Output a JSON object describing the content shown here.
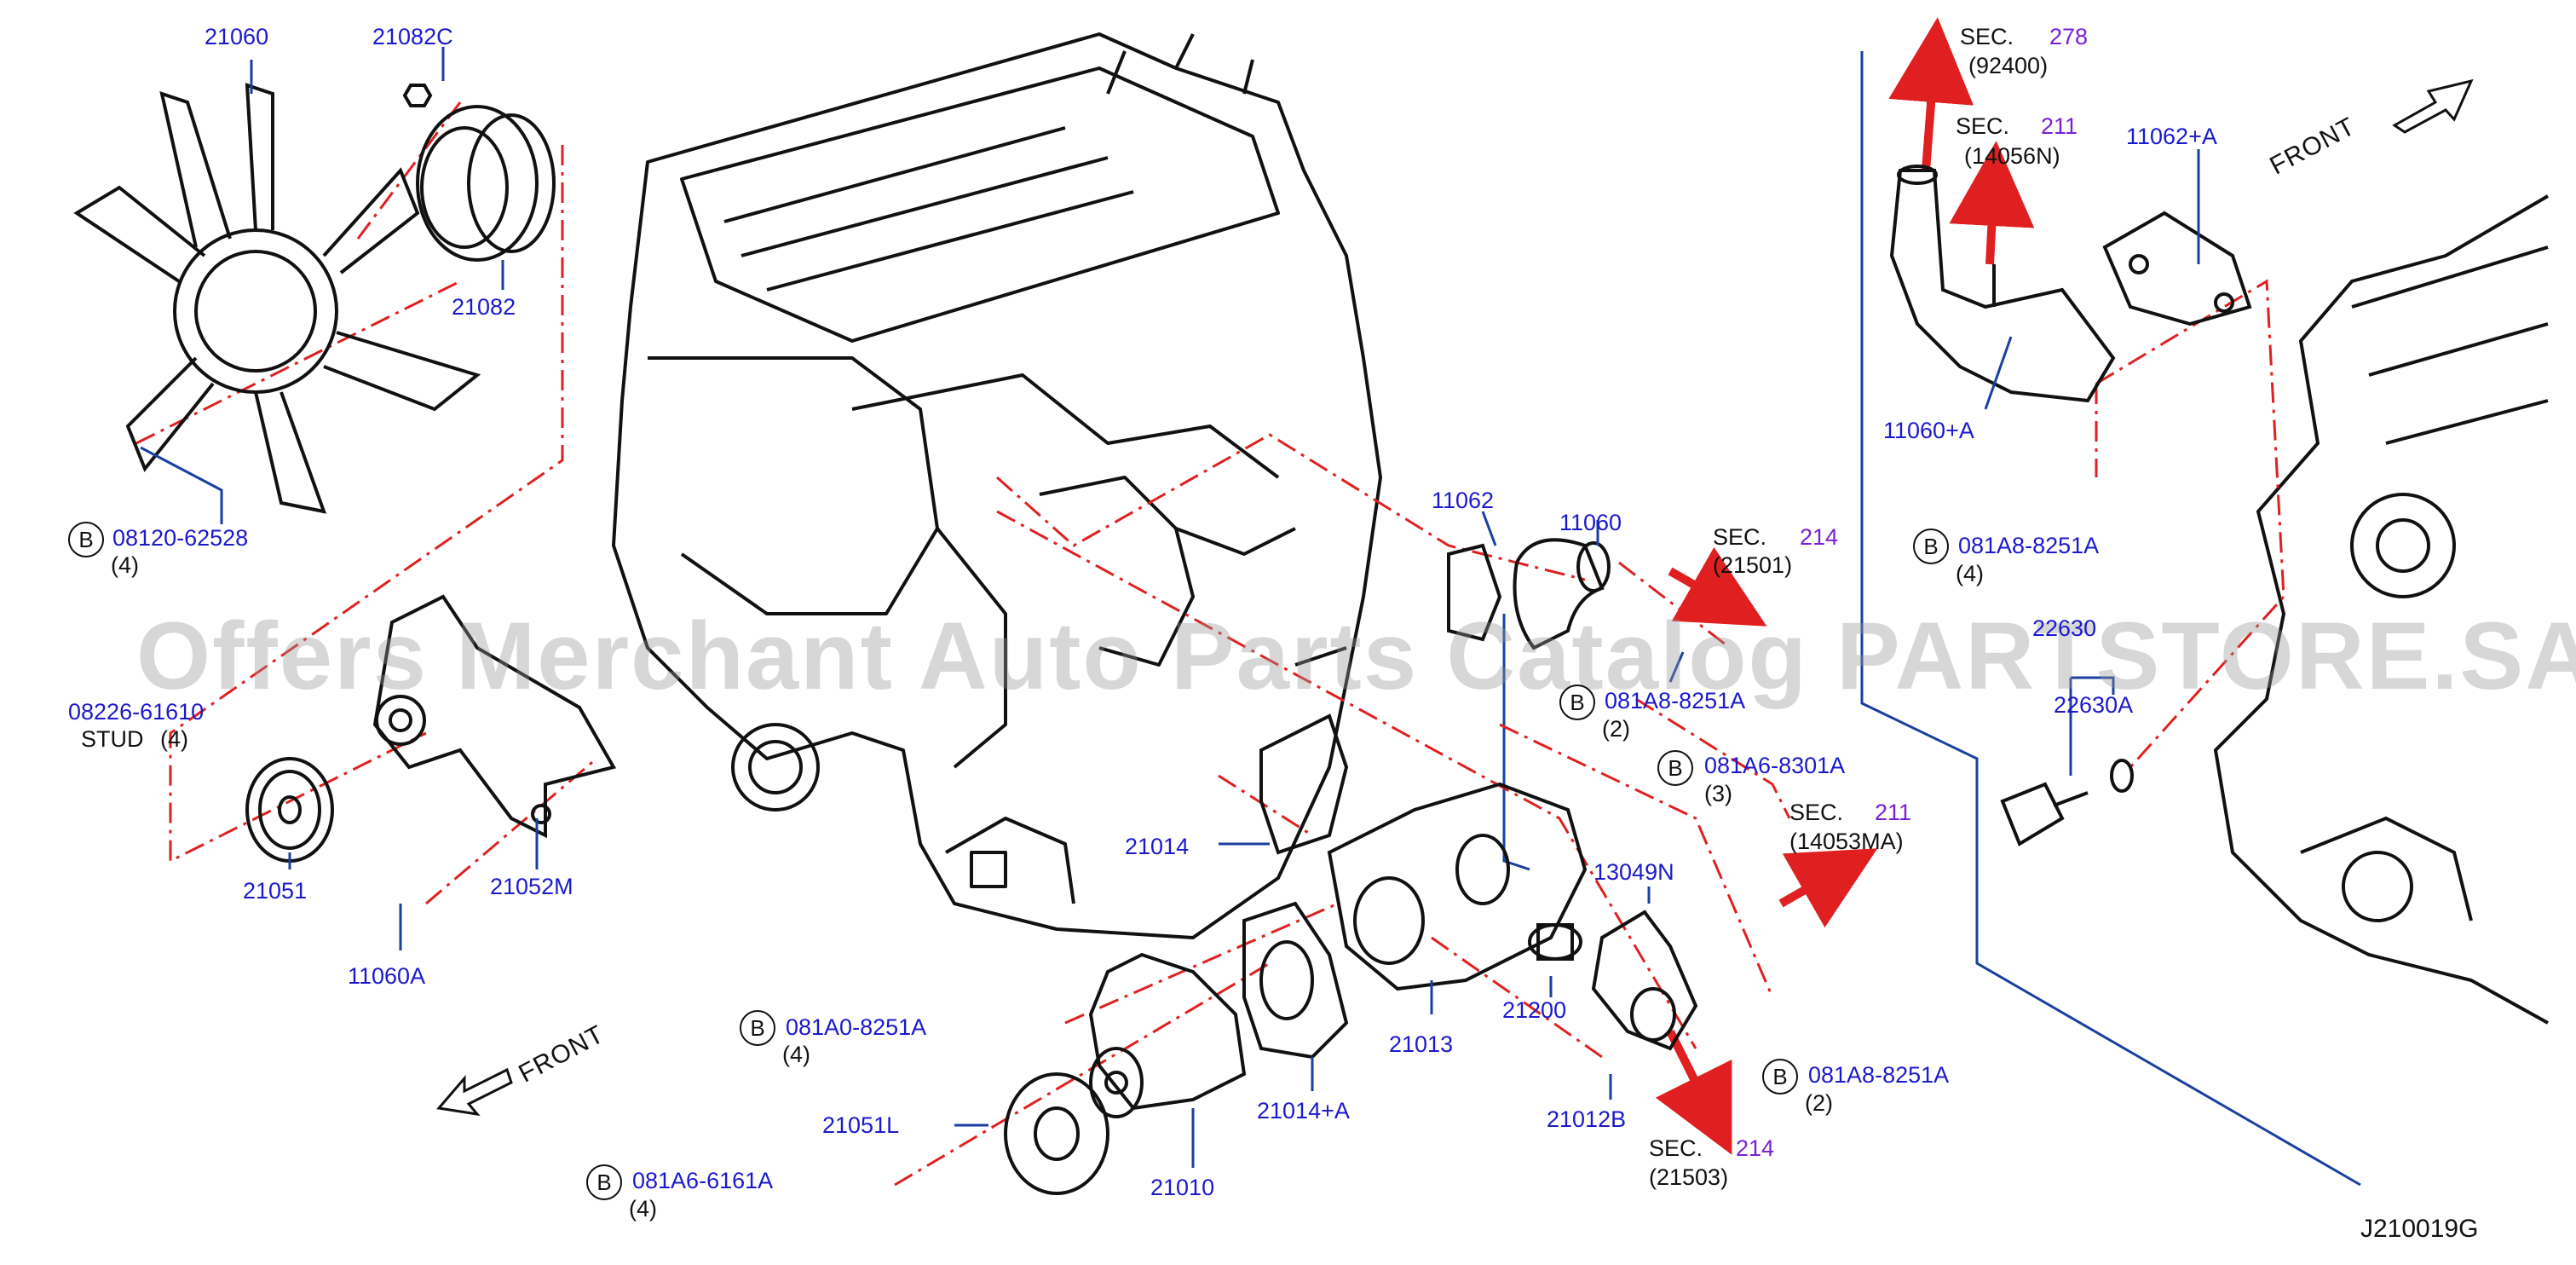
{
  "watermark": "Offers Merchant Auto Parts Catalog PARTSTORE.SA",
  "diagram_id": "J210019G",
  "front_label": "FRONT",
  "bolt_symbol": "B",
  "sec_word": "SEC.",
  "colors": {
    "part_number": "#1a1acc",
    "section": "#7a1fd6",
    "leader_red": "#e02020",
    "frame_blue": "#1a3fa0",
    "arrow_red": "#e02020"
  },
  "parts": {
    "p21060": "21060",
    "p21082C": "21082C",
    "p21082": "21082",
    "p08120": "08120-62528",
    "q08120": "(4)",
    "p08226": "08226-61610",
    "stud": "STUD",
    "q08226": "(4)",
    "p21051": "21051",
    "p21052M": "21052M",
    "p11060A": "11060A",
    "p11062": "11062",
    "p11060": "11060",
    "p081A8_a": "081A8-8251A",
    "q081A8_a": "(2)",
    "p081A6_8301": "081A6-8301A",
    "q081A6_8301": "(3)",
    "p21014": "21014",
    "p13049N": "13049N",
    "p21200": "21200",
    "p21013": "21013",
    "p081A0": "081A0-8251A",
    "q081A0": "(4)",
    "p21014A": "21014+A",
    "p21012B": "21012B",
    "p081A8_b": "081A8-8251A",
    "q081A8_b": "(2)",
    "p21051L": "21051L",
    "p21010": "21010",
    "p081A6_6161": "081A6-6161A",
    "q081A6_6161": "(4)",
    "p11062A": "11062+A",
    "p11060Aplus": "11060+A",
    "p081A8_c": "081A8-8251A",
    "q081A8_c": "(4)",
    "p22630": "22630",
    "p22630A": "22630A"
  },
  "sections": {
    "s278": {
      "num": "278",
      "code": "(92400)"
    },
    "s211a": {
      "num": "211",
      "code": "(14056N)"
    },
    "s214a": {
      "num": "214",
      "code": "(21501)"
    },
    "s211b": {
      "num": "211",
      "code": "(14053MA)"
    },
    "s214b": {
      "num": "214",
      "code": "(21503)"
    }
  }
}
